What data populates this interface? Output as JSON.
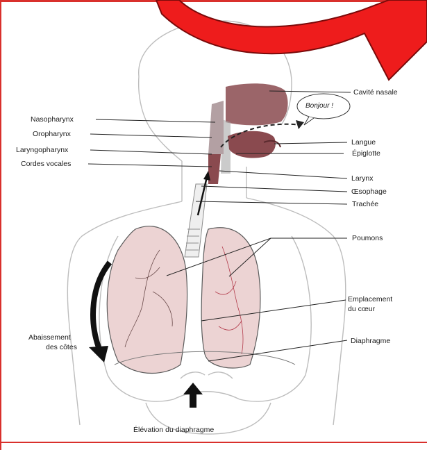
{
  "diagram": {
    "labels_left": {
      "nasopharynx": "Nasopharynx",
      "oropharynx": "Oropharynx",
      "laryngopharynx": "Laryngopharynx",
      "cordes_vocales": "Cordes vocales"
    },
    "labels_right": {
      "cavite_nasale": "Cavité nasale",
      "langue": "Langue",
      "epiglotte": "Épiglotte",
      "larynx": "Larynx",
      "oesophage": "Œsophage",
      "trachee": "Trachée",
      "poumons": "Poumons",
      "emplacement_coeur_1": "Emplacement",
      "emplacement_coeur_2": "du cœur",
      "diaphragme": "Diaphragme"
    },
    "labels_other": {
      "abaissement_1": "Abaissement",
      "abaissement_2": "des côtes",
      "elevation": "Élévation du diaphragme",
      "bonjour": "Bonjour !"
    },
    "colors": {
      "frame": "#d9302c",
      "arrow_red": "#ee1c1c",
      "arrow_outline": "#7a0a0a",
      "lung_fill": "#ecd3d3",
      "airway_dark": "#8a4a4f",
      "body_outline": "#bdbdbd"
    }
  }
}
